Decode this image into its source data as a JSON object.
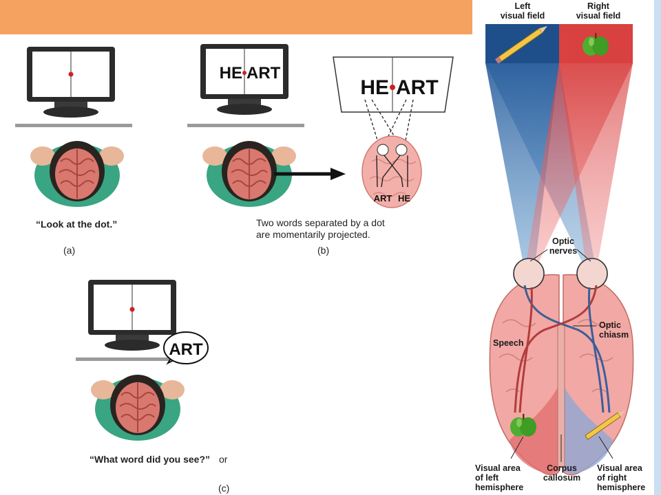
{
  "panel_a": {
    "caption": "“Look at the dot.”",
    "letter": "(a)"
  },
  "panel_b": {
    "screen_word_left": "HE",
    "screen_word_right": "ART",
    "zoom_word_left": "HE",
    "zoom_word_right": "ART",
    "brain_left_label": "ART",
    "brain_right_label": "HE",
    "caption_line1": "Two words separated by a dot",
    "caption_line2": "are momentarily projected.",
    "letter": "(b)"
  },
  "panel_c": {
    "speech_word": "ART",
    "caption": "“What word did you see?”",
    "or_text": "or",
    "letter": "(c)"
  },
  "visual_diagram": {
    "left_field_line1": "Left",
    "left_field_line2": "visual field",
    "right_field_line1": "Right",
    "right_field_line2": "visual field",
    "optic_nerves_line1": "Optic",
    "optic_nerves_line2": "nerves",
    "optic_chiasm_line1": "Optic",
    "optic_chiasm_line2": "chiasm",
    "speech": "Speech",
    "corpus_line1": "Corpus",
    "corpus_line2": "callosum",
    "left_area_line1": "Visual area",
    "left_area_line2": "of left",
    "left_area_line3": "hemisphere",
    "right_area_line1": "Visual area",
    "right_area_line2": "of right",
    "right_area_line3": "hemisphere"
  },
  "colors": {
    "banner": "#f5a160",
    "left_field": "#1f4f8a",
    "right_field": "#d94040",
    "brain": "#f4a0a0",
    "shirt": "#3aa582"
  }
}
